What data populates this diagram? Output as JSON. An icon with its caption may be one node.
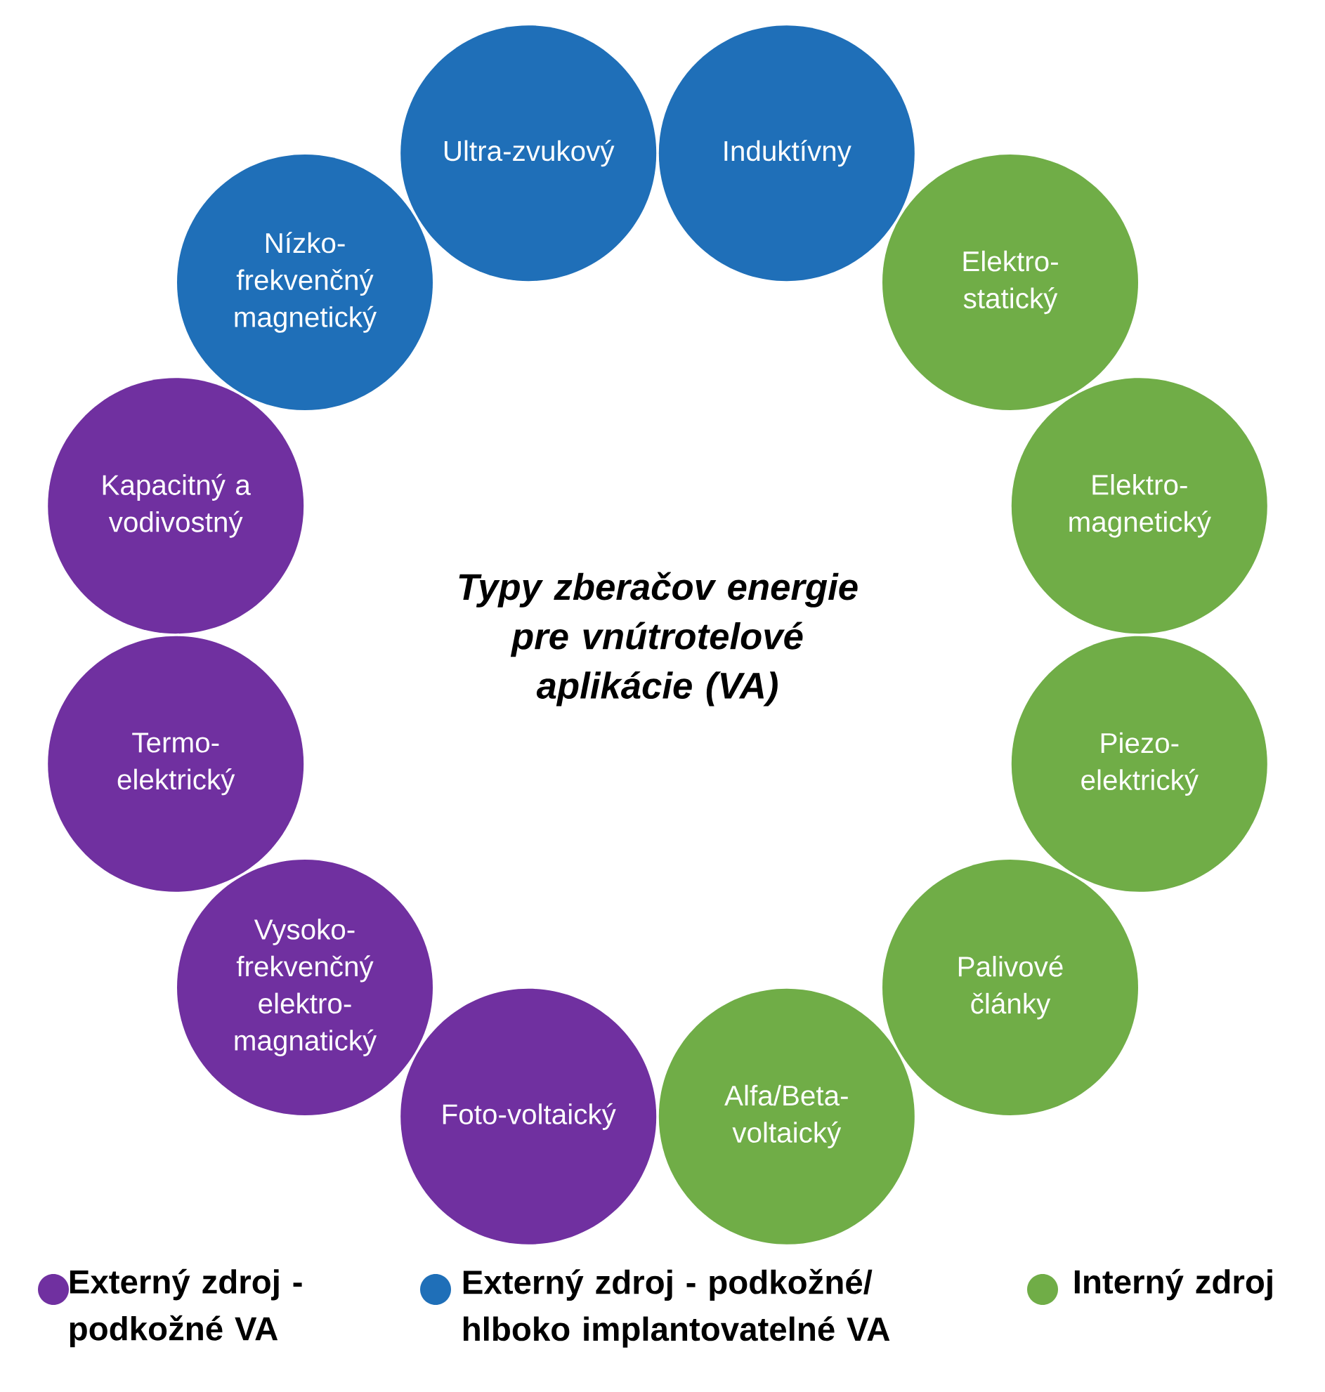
{
  "diagram": {
    "title": "Typy zberačov energie pre vnútrotelové aplikácie (VA)",
    "nodes": [
      {
        "text": [
          "Ultra-zvukový"
        ]
      },
      {
        "text": [
          "Induktívny"
        ]
      },
      {
        "text": [
          "Nízko-frekvenčný magnetický"
        ]
      },
      {
        "text": [
          "Elektro-statický"
        ]
      },
      {
        "text": [
          "Kapacitný a vodivostný"
        ]
      },
      {
        "text": [
          "Elektro-magnetický"
        ]
      },
      {
        "text": [
          "Termo-elektrický"
        ]
      },
      {
        "text": [
          "Piezo-elektrický"
        ]
      },
      {
        "text": [
          "Vysoko-frekvenčný elektro-magnatický"
        ]
      },
      {
        "text": [
          "Palivové články"
        ]
      },
      {
        "text": [
          "Foto-voltaický"
        ]
      },
      {
        "text": [
          "Alfa/Beta-voltaický"
        ]
      }
    ],
    "legend": [
      {
        "text": "Externý zdroj - podkožné VA",
        "color": "#7030a0"
      },
      {
        "text": "Externý zdroj - podkožné/ hlboko implantovatelné VA",
        "color": "#1f6fb8"
      },
      {
        "text": "Interný zdroj",
        "color": "#70ad47"
      }
    ]
  }
}
